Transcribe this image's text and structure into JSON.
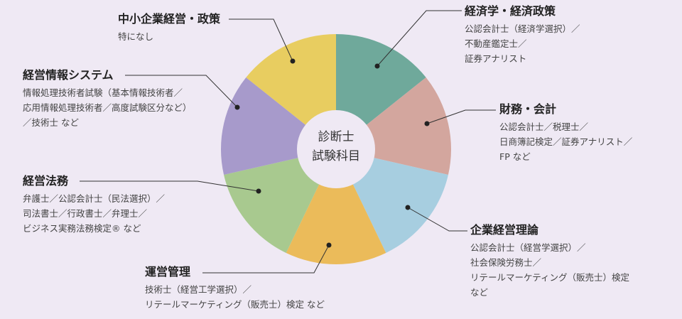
{
  "center_label": [
    "診断士",
    "試験科目"
  ],
  "colors": {
    "background": "#efe9f4",
    "segments": [
      "#6fa99b",
      "#d3a69e",
      "#a7cee0",
      "#ebbb5a",
      "#a8c98f",
      "#a79acb",
      "#e8cd60"
    ]
  },
  "subjects": [
    {
      "title": "経済学・経済政策",
      "lines": [
        "公認会計士（経済学選択）／",
        "不動産鑑定士／",
        "証券アナリスト"
      ]
    },
    {
      "title": "財務・会計",
      "lines": [
        "公認会計士／税理士／",
        "日商簿記検定／証券アナリスト／",
        "FP など"
      ]
    },
    {
      "title": "企業経営理論",
      "lines": [
        "公認会計士（経営学選択）／",
        "社会保険労務士／",
        "リテールマーケティング（販売士）検定",
        "など"
      ]
    },
    {
      "title": "運営管理",
      "lines": [
        "技術士（経営工学選択）／",
        "リテールマーケティング（販売士）検定 など"
      ]
    },
    {
      "title": "経営法務",
      "lines": [
        "弁護士／公認会計士（民法選択）／",
        "司法書士／行政書士／弁理士／",
        "ビジネス実務法務検定® など"
      ]
    },
    {
      "title": "経営情報システム",
      "lines": [
        "情報処理技術者試験（基本情報技術者／",
        "応用情報処理技術者／高度試験区分など）",
        "／技術士 など"
      ]
    },
    {
      "title": "中小企業経営・政策",
      "lines": [
        "特になし"
      ]
    }
  ]
}
